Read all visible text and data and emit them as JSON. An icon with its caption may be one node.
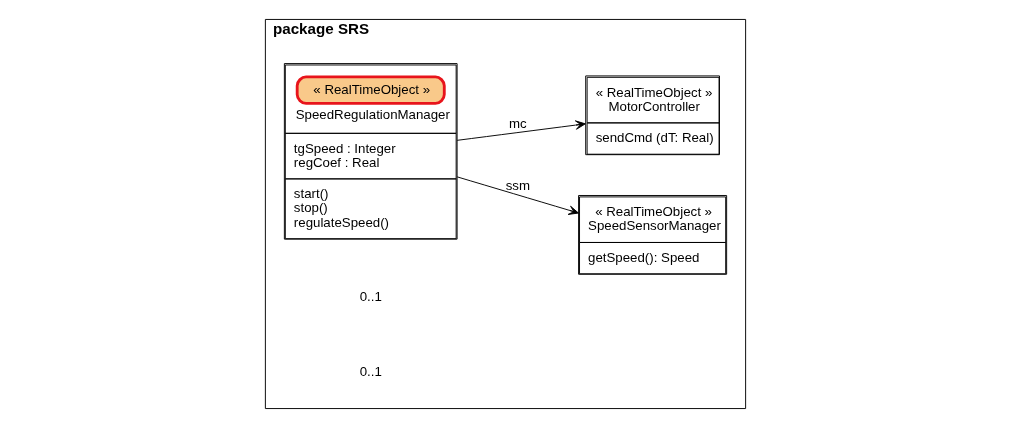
{
  "diagram": {
    "nodes": [
      {
        "text": [
          "package SRS"
        ]
      },
      {
        "text": [
          "« RealTimeObject »",
          "SpeedRegulationManager",
          "tgSpeed : Integer",
          "regCoef : Real",
          "start()",
          "stop()",
          "regulateSpeed()"
        ],
        "in": 0
      },
      {
        "text": [
          "« RealTimeObject »",
          "SpeedSensorManager",
          "getSpeed(): Speed"
        ],
        "in": 0
      },
      {
        "text": [
          "« RealTimeObject »",
          "MotorController",
          "sendCmd (dT: Real)"
        ],
        "in": 0
      }
    ],
    "edges": [
      {
        "from": 1,
        "to": 2,
        "arrow": "to",
        "label": "ssm"
      },
      {
        "from": 1,
        "to": 3,
        "arrow": "to",
        "label": "mc"
      }
    ],
    "labels": [
      "0..1",
      "0..1"
    ]
  }
}
